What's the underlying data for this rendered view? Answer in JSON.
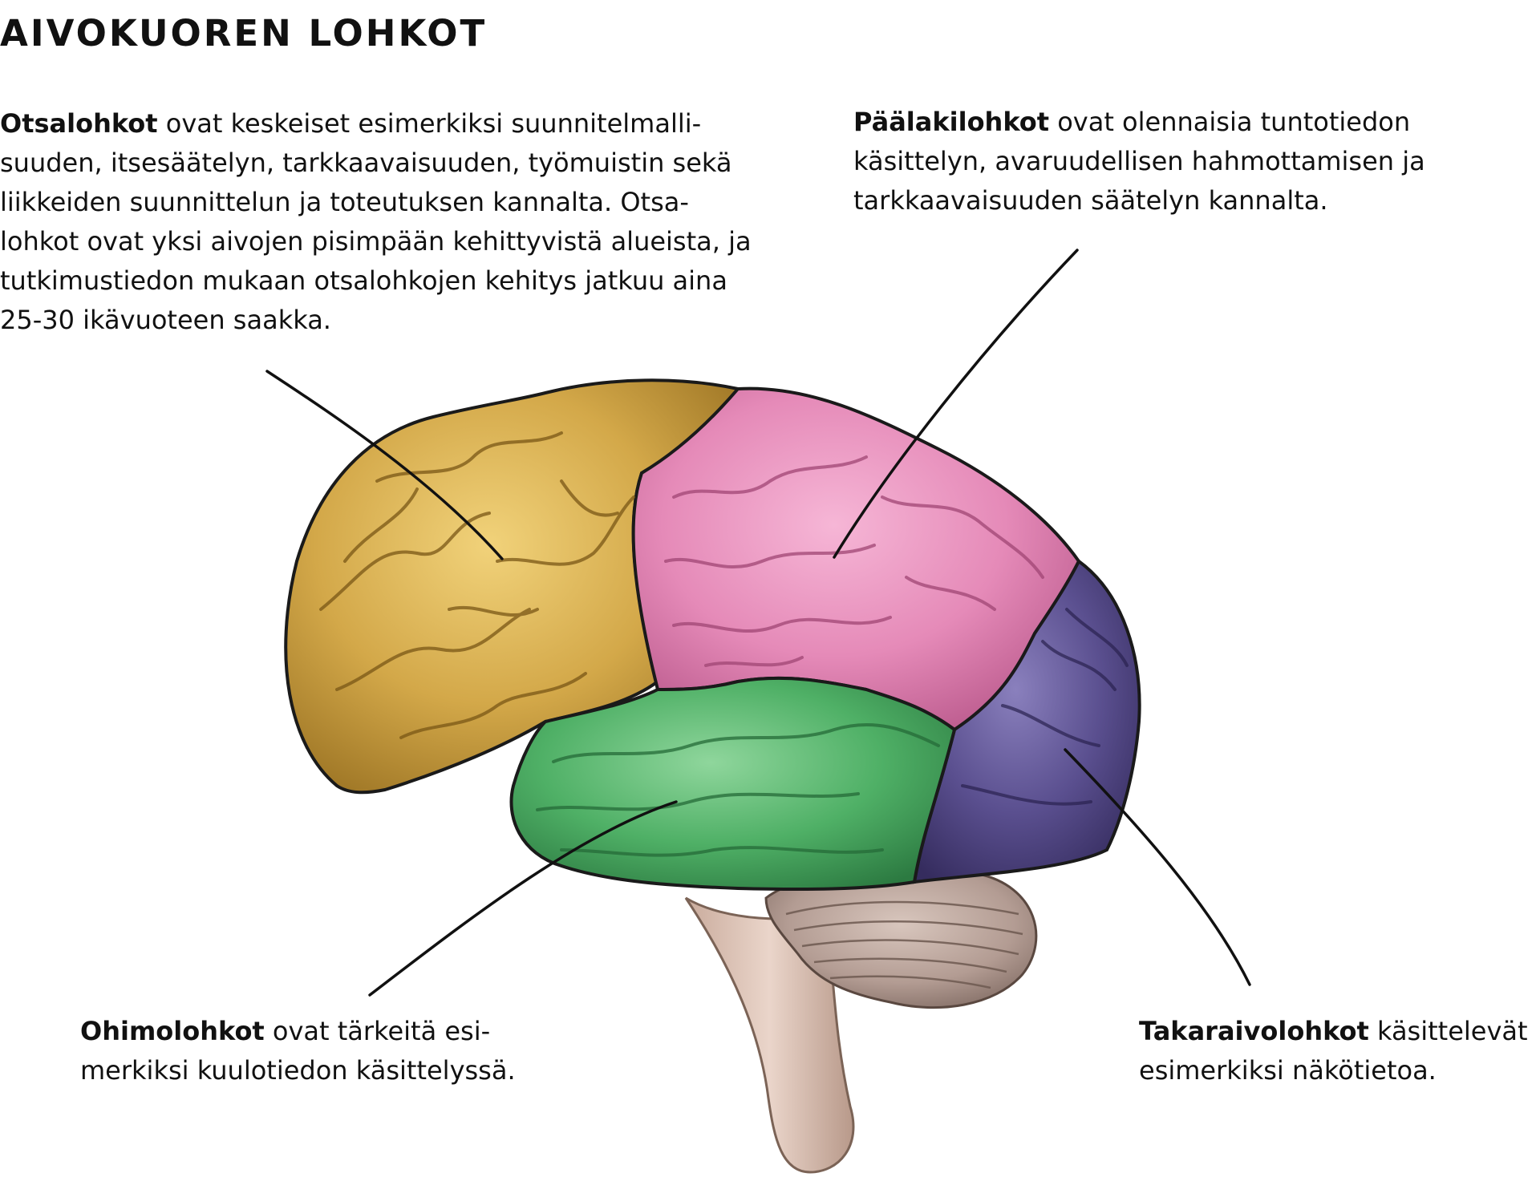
{
  "title": "AIVOKUOREN LOHKOT",
  "lobes": {
    "frontal": {
      "name": "Otsalohkot",
      "lines": [
        " ovat keskeiset esimerkiksi suunnitelmalli-",
        "suuden, itsesäätelyn, tarkkaavaisuuden, työmuistin sekä",
        "liikkeiden suunnittelun ja toteutuksen kannalta. Otsa-",
        "lohkot ovat yksi aivojen pisimpään kehittyvistä alueista, ja",
        "tutkimustiedon mukaan otsalohkojen kehitys jatkuu aina",
        "25-30 ikävuoteen saakka."
      ],
      "color": "#d3a849"
    },
    "parietal": {
      "name": "Päälakilohkot",
      "lines": [
        " ovat olennaisia tuntotiedon",
        "käsittelyn, avaruudellisen hahmottamisen ja",
        "tarkkaavaisuuden säätelyn kannalta."
      ],
      "color": "#e58ab8"
    },
    "temporal": {
      "name": "Ohimolohkot",
      "lines": [
        " ovat tärkeitä esi-",
        "merkiksi kuulotiedon käsittelyssä."
      ],
      "color": "#4fb066"
    },
    "occipital": {
      "name": "Takaraivolohkot",
      "lines": [
        " käsittelevät",
        "esimerkiksi näkötietoa."
      ],
      "color": "#5a4f8f"
    }
  },
  "other_colors": {
    "cerebellum": "#b39c93",
    "brainstem": "#dcc1b4",
    "outline": "#1a1a1a"
  },
  "icons": {
    "figure": "brain-lateral-view-illustration"
  }
}
